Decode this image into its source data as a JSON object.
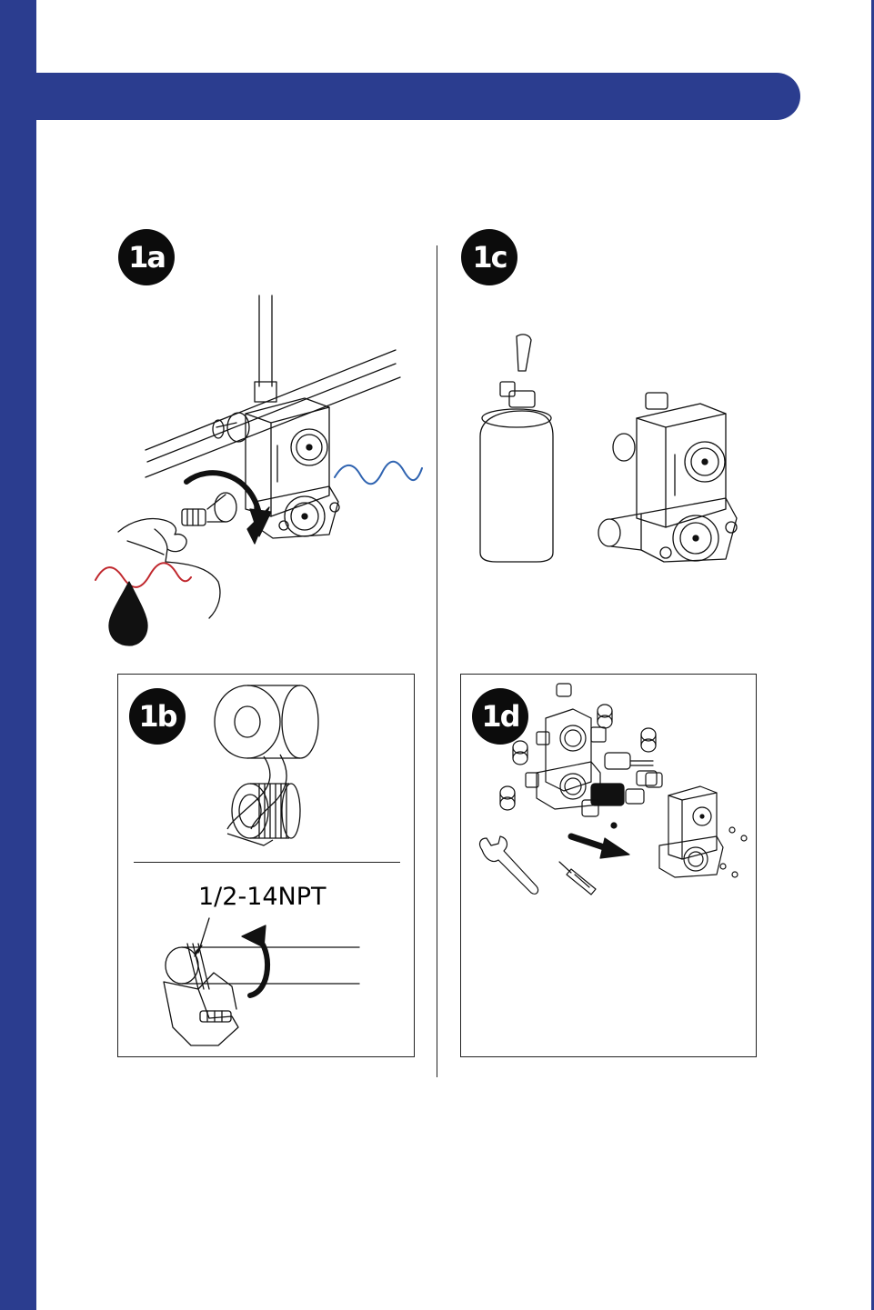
{
  "steps": {
    "s1a": "1a",
    "s1b": "1b",
    "s1c": "1c",
    "s1d": "1d"
  },
  "panel_1b": {
    "thread_spec": "1/2-14NPT"
  },
  "colors": {
    "brand_blue": "#2b3d8f",
    "hot_line": "#c0282e",
    "cold_line": "#2f63b0"
  }
}
